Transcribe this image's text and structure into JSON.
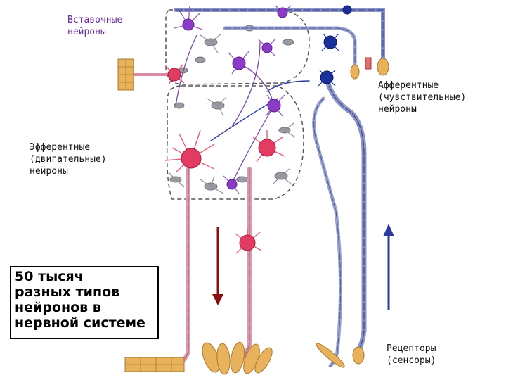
{
  "labels": {
    "interneurons": "Вставочные\nнейроны",
    "afferent": "Афферентные\n(чувствительные)\nнейроны",
    "efferent": "Эфферентные\n(двигательные)\nнейроны",
    "receptors": "Рецепторы\n(сенсоры)"
  },
  "info_box": {
    "text": "50 тысяч\nразных типов\nнейронов в\nнервной системе"
  },
  "colors": {
    "interneuron": "#8a3cc4",
    "motor_neuron": "#e23c63",
    "sensory_neuron": "#1b2f9a",
    "axon_motor": "#c98aa0",
    "axon_sensory": "#5a6aa8",
    "glia": "#8e8e96",
    "muscle": "#e8b25c",
    "arrow_down": "#8b0f0f",
    "arrow_up": "#2a3aa0"
  }
}
